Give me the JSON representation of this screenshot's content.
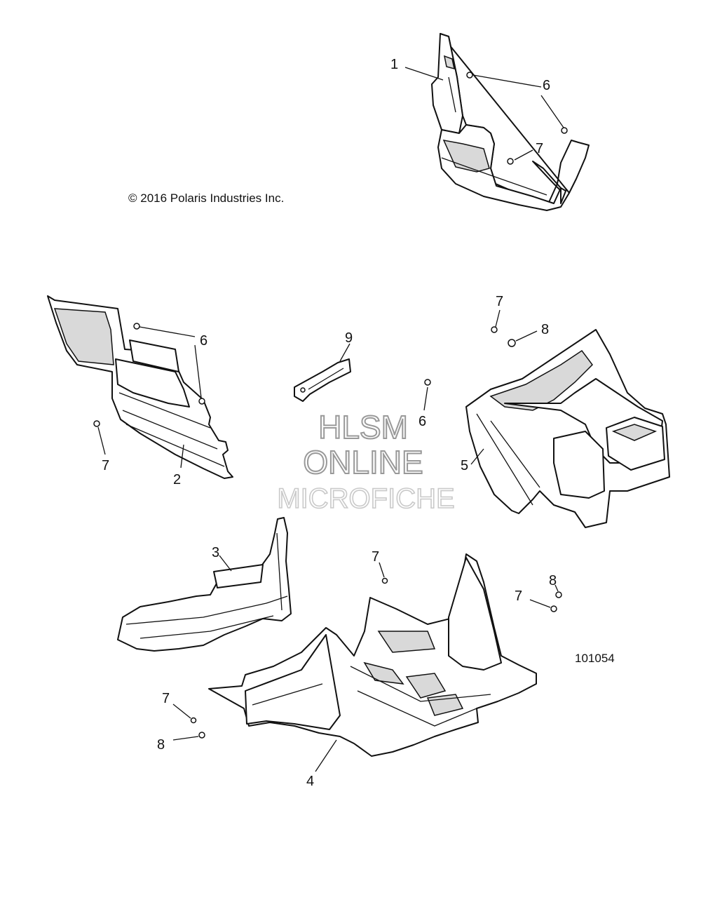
{
  "copyright": "© 2016 Polaris Industries Inc.",
  "figure_number": "101054",
  "watermark": {
    "line1": "HLSM",
    "line2": "ONLINE",
    "line3": "MICROFICHE"
  },
  "callouts": {
    "c1": "1",
    "c2": "2",
    "c3": "3",
    "c4": "4",
    "c5": "5",
    "c6a": "6",
    "c6b": "6",
    "c6c": "6",
    "c7a": "7",
    "c7b": "7",
    "c7c": "7",
    "c7d": "7",
    "c7e": "7",
    "c7f": "7",
    "c8a": "8",
    "c8b": "8",
    "c8c": "8",
    "c9": "9"
  }
}
